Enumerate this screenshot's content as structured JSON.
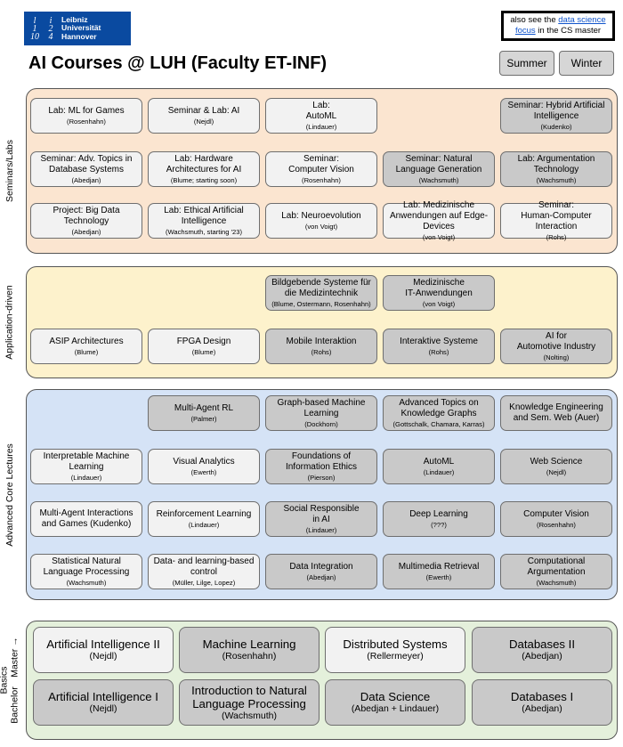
{
  "logo": {
    "line1": "Leibniz",
    "line2": "Universität",
    "line3": "Hannover",
    "mark": [
      "l",
      "i",
      "1",
      "2",
      "10",
      "4"
    ]
  },
  "note": {
    "prefix": "also see the ",
    "link": "data science focus",
    "suffix": " in the CS master"
  },
  "title": "AI Courses @ LUH (Faculty ET-INF)",
  "toggles": {
    "summer": "Summer",
    "winter": "Winter"
  },
  "colors": {
    "seminars_bg": "#fbe5d0",
    "application_bg": "#fdf2cc",
    "advanced_bg": "#d5e3f6",
    "basics_bg": "#e4f0db",
    "light_box": "#f2f2f2",
    "dark_box": "#c9c9c9"
  },
  "sections": {
    "seminars": {
      "label": "Seminars/Labs",
      "rows": [
        [
          {
            "t": "Lab: ML for Games",
            "s": "(Rosenhahn)"
          },
          {
            "t": "Seminar & Lab: AI",
            "s": "(Nejdl)"
          },
          {
            "t": "Lab:\nAutoML",
            "s": "(Lindauer)"
          },
          null,
          {
            "t": "Seminar: Hybrid Artificial Intelligence",
            "s": "(Kudenko)"
          }
        ],
        [
          {
            "t": "Seminar: Adv. Topics in Database Systems",
            "s": "(Abedjan)"
          },
          {
            "t": "Lab: Hardware Architectures for AI",
            "s": "(Blume; starting soon)"
          },
          {
            "t": "Seminar:\nComputer Vision",
            "s": "(Rosenhahn)"
          },
          {
            "t": "Seminar: Natural Language Generation",
            "s": "(Wachsmuth)"
          },
          {
            "t": "Lab: Argumentation Technology",
            "s": "(Wachsmuth)"
          }
        ],
        [
          {
            "t": "Project: Big Data Technology",
            "s": "(Abedjan)"
          },
          {
            "t": "Lab: Ethical Artificial Intelligence",
            "s": "(Wachsmuth, starting '23)"
          },
          {
            "t": "Lab: Neuroevolution",
            "s": "(von Voigt)"
          },
          {
            "t": "Lab: Medizinische Anwendungen auf Edge-Devices",
            "s": "(von Voigt)"
          },
          {
            "t": "Seminar:\nHuman-Computer Interaction",
            "s": "(Rohs)"
          }
        ]
      ]
    },
    "application": {
      "label": "Application-driven",
      "rows": [
        [
          null,
          null,
          {
            "t": "Bildgebende Systeme für die Medizintechnik",
            "s": "(Blume, Ostermann, Rosenhahn)"
          },
          {
            "t": "Medizinische\nIT-Anwendungen",
            "s": "(von Voigt)"
          },
          null
        ],
        [
          {
            "t": "ASIP Architectures",
            "s": "(Blume)"
          },
          {
            "t": "FPGA Design",
            "s": "(Blume)"
          },
          {
            "t": "Mobile Interaktion",
            "s": "(Rohs)"
          },
          {
            "t": "Interaktive Systeme",
            "s": "(Rohs)"
          },
          {
            "t": "AI for\nAutomotive Industry",
            "s": "(Nolting)"
          }
        ]
      ]
    },
    "advanced": {
      "label": "Advanced Core Lectures",
      "rows": [
        [
          null,
          {
            "t": "Multi-Agent RL",
            "s": "(Palmer)"
          },
          {
            "t": "Graph-based Machine Learning",
            "s": "(Dockhorn)"
          },
          {
            "t": "Advanced Topics on Knowledge Graphs",
            "s": "(Gottschalk, Chamara, Karras)"
          },
          {
            "t": "Knowledge Engineering\nand Sem. Web (Auer)",
            "s": ""
          }
        ],
        [
          {
            "t": "Interpretable Machine Learning",
            "s": "(Lindauer)"
          },
          {
            "t": "Visual Analytics",
            "s": "(Ewerth)"
          },
          {
            "t": "Foundations of Information Ethics",
            "s": "(Pierson)"
          },
          {
            "t": "AutoML",
            "s": "(Lindauer)"
          },
          {
            "t": "Web Science",
            "s": "(Nejdl)"
          }
        ],
        [
          {
            "t": "Multi-Agent Interactions and Games (Kudenko)",
            "s": ""
          },
          {
            "t": "Reinforcement Learning",
            "s": "(Lindauer)"
          },
          {
            "t": "Social Responsible\nin AI",
            "s": "(Lindauer)"
          },
          {
            "t": "Deep Learning",
            "s": "(???)"
          },
          {
            "t": "Computer Vision",
            "s": "(Rosenhahn)"
          }
        ],
        [
          {
            "t": "Statistical Natural Language Processing",
            "s": "(Wachsmuth)"
          },
          {
            "t": "Data- and learning-based control",
            "s": "(Müller, Lilge, Lopez)"
          },
          {
            "t": "Data Integration",
            "s": "(Abedjan)"
          },
          {
            "t": "Multimedia Retrieval",
            "s": "(Ewerth)"
          },
          {
            "t": "Computational Argumentation",
            "s": "(Wachsmuth)"
          }
        ]
      ]
    },
    "basics": {
      "label": "Basics",
      "master_label": "Master →",
      "bachelor_label": "Bachelor",
      "rows": [
        [
          {
            "t": "Artificial Intelligence II",
            "s": "(Nejdl)"
          },
          {
            "t": "Machine Learning",
            "s": "(Rosenhahn)"
          },
          {
            "t": "Distributed Systems",
            "s": "(Rellermeyer)"
          },
          {
            "t": "Databases II",
            "s": "(Abedjan)"
          }
        ],
        [
          {
            "t": "Artificial Intelligence I",
            "s": "(Nejdl)"
          },
          {
            "t": "Introduction to Natural Language Processing",
            "s": "(Wachsmuth)"
          },
          {
            "t": "Data Science",
            "s": "(Abedjan + Lindauer)"
          },
          {
            "t": "Databases I",
            "s": "(Abedjan)"
          }
        ]
      ]
    }
  }
}
